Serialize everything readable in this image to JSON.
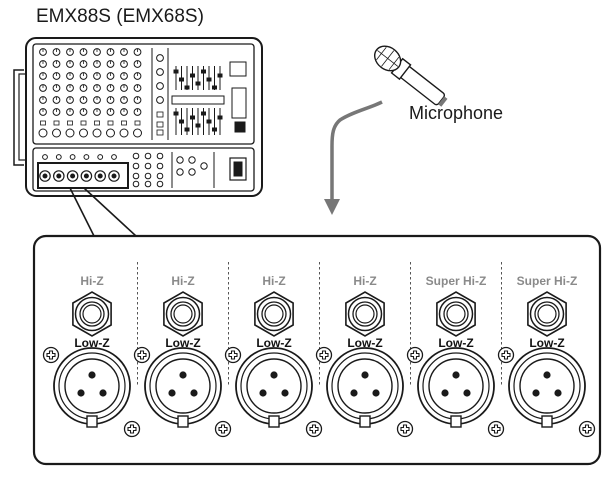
{
  "diagram": {
    "device_title": "EMX88S (EMX68S)",
    "microphone_label": "Microphone",
    "channels": [
      {
        "hi_label": "Hi-Z",
        "low_label": "Low-Z"
      },
      {
        "hi_label": "Hi-Z",
        "low_label": "Low-Z"
      },
      {
        "hi_label": "Hi-Z",
        "low_label": "Low-Z"
      },
      {
        "hi_label": "Hi-Z",
        "low_label": "Low-Z"
      },
      {
        "hi_label": "Super Hi-Z",
        "low_label": "Low-Z"
      },
      {
        "hi_label": "Super Hi-Z",
        "low_label": "Low-Z"
      }
    ]
  },
  "colors": {
    "stroke": "#1a1a1a",
    "hiz_text": "#8a8a8a",
    "arrow": "#777777",
    "panel_fill": "#ffffff"
  }
}
